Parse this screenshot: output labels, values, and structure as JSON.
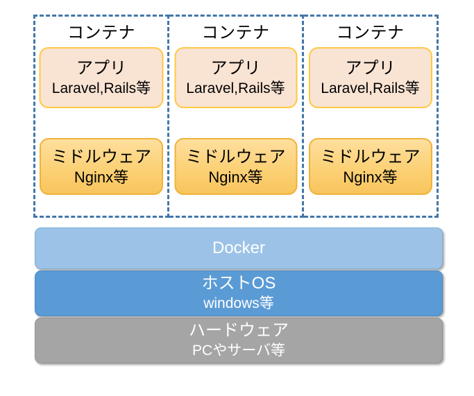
{
  "diagram": {
    "title": "Docker container architecture stack",
    "colors": {
      "container_dash_border": "#4277A8",
      "app_box_fill": "#F9E3D3",
      "app_box_border": "#FFC943",
      "middleware_box_fill": "#FCD176",
      "middleware_box_border": "#F0B23A",
      "docker_bar_fill": "#9CC3E7",
      "host_os_bar_fill": "#5B9BD5",
      "hardware_bar_fill": "#A5A5A5",
      "bar_text": "#FFFFFF",
      "box_text": "#000000"
    },
    "containers": [
      {
        "title": "コンテナ",
        "app": {
          "main": "アプリ",
          "sub": "Laravel,Rails等"
        },
        "middleware": {
          "main": "ミドルウェア",
          "sub": "Nginx等"
        }
      },
      {
        "title": "コンテナ",
        "app": {
          "main": "アプリ",
          "sub": "Laravel,Rails等"
        },
        "middleware": {
          "main": "ミドルウェア",
          "sub": "Nginx等"
        }
      },
      {
        "title": "コンテナ",
        "app": {
          "main": "アプリ",
          "sub": "Laravel,Rails等"
        },
        "middleware": {
          "main": "ミドルウェア",
          "sub": "Nginx等"
        }
      }
    ],
    "stack": [
      {
        "main": "Docker",
        "sub": ""
      },
      {
        "main": "ホストOS",
        "sub": "windows等"
      },
      {
        "main": "ハードウェア",
        "sub": "PCやサーバ等"
      }
    ]
  }
}
